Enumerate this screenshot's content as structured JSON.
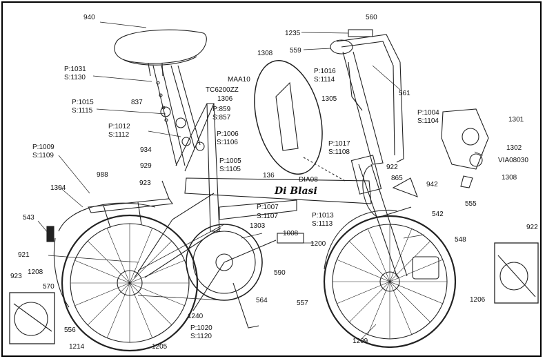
{
  "brand_logo": "Di Blasi",
  "labels": {
    "n940": "940",
    "n560": "560",
    "n1235": "1235",
    "n559": "559",
    "n1308_top": "1308",
    "p1031": "P:1031",
    "s1130": "S:1130",
    "p1016": "P:1016",
    "s1114": "S:1114",
    "maa10": "MAA10",
    "tc6200zz": "TC6200ZZ",
    "n1306": "1306",
    "n1305": "1305",
    "n561": "561",
    "p1015": "P:1015",
    "s1115": "S:1115",
    "n837": "837",
    "p859": "P:859",
    "s857": "S:857",
    "p1004": "P:1004",
    "s1104": "S:1104",
    "n1301": "1301",
    "p1012": "P:1012",
    "s1112": "S:1112",
    "p1006": "P:1006",
    "s1106": "S:1106",
    "p1017": "P:1017",
    "s1108": "S:1108",
    "n1302": "1302",
    "via08030": "VIA08030",
    "p1009": "P:1009",
    "s1109": "S:1109",
    "n934": "934",
    "n929": "929",
    "p1005": "P:1005",
    "s1105": "S:1105",
    "n922_top": "922",
    "n1308_right": "1308",
    "n988": "988",
    "n136": "136",
    "dia08": "DIA08",
    "n865": "865",
    "n942": "942",
    "n1304": "1304",
    "n923_top": "923",
    "p1007": "P:1007",
    "s1107": "S:1107",
    "p1013": "P:1013",
    "s1113": "S:1113",
    "n555": "555",
    "n543": "543",
    "n1303": "1303",
    "n542": "542",
    "n922_inset": "922",
    "n1008": "1008",
    "n548": "548",
    "n1200": "1200",
    "n921": "921",
    "n590": "590",
    "n923_inset": "923",
    "n1208": "1208",
    "n570": "570",
    "n564": "564",
    "n557": "557",
    "n1206": "1206",
    "n1240": "1240",
    "n556": "556",
    "p1020": "P:1020",
    "s1120": "S:1120",
    "n1209": "1209",
    "n1214": "1214",
    "n1205": "1205"
  }
}
